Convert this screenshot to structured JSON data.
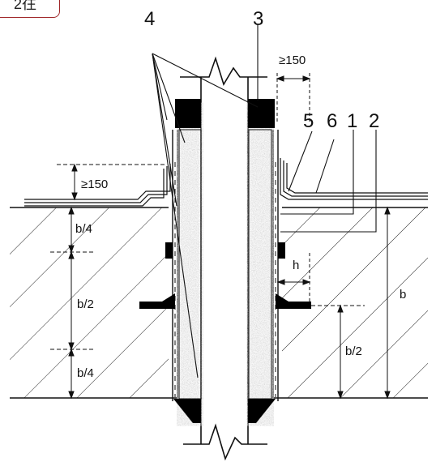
{
  "tag": {
    "text": "2往"
  },
  "callouts": {
    "n4": "4",
    "n3": "3",
    "n5": "5",
    "n6": "6",
    "n1": "1",
    "n2": "2"
  },
  "dimensions": {
    "ge150_top": "≥150",
    "ge150_left": "≥150",
    "b_quarter_top": "b/4",
    "b_half": "b/2",
    "b_quarter_bottom": "b/4",
    "h": "h",
    "b_half_right": "b/2",
    "b": "b"
  },
  "colors": {
    "line": "#111111",
    "accent": "#a0282a",
    "concrete": "#bdbdbd"
  }
}
